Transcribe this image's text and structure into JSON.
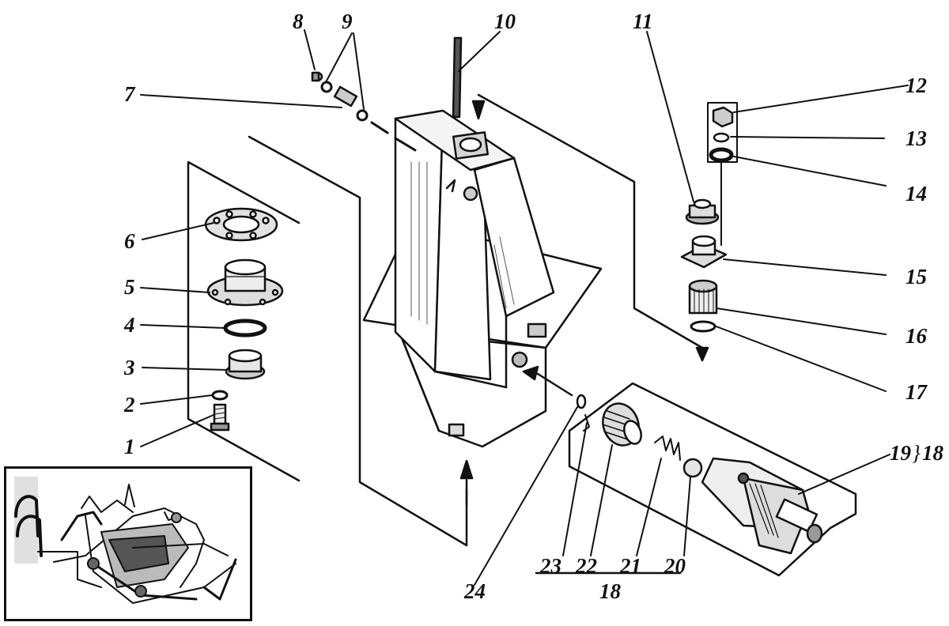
{
  "colors": {
    "ink": "#111111",
    "paper": "#ffffff",
    "shade": "#6a6a6a",
    "light": "#d9d9d9"
  },
  "callouts": {
    "c1": "1",
    "c2": "2",
    "c3": "3",
    "c4": "4",
    "c5": "5",
    "c6": "6",
    "c7": "7",
    "c8": "8",
    "c9": "9",
    "c10": "10",
    "c11": "11",
    "c12": "12",
    "c13": "13",
    "c14": "14",
    "c15": "15",
    "c16": "16",
    "c17": "17",
    "c18": "18",
    "c19": "19",
    "c19bracket": "}",
    "c20": "20",
    "c21": "21",
    "c22": "22",
    "c23": "23",
    "c24": "24",
    "c18group": "18"
  }
}
